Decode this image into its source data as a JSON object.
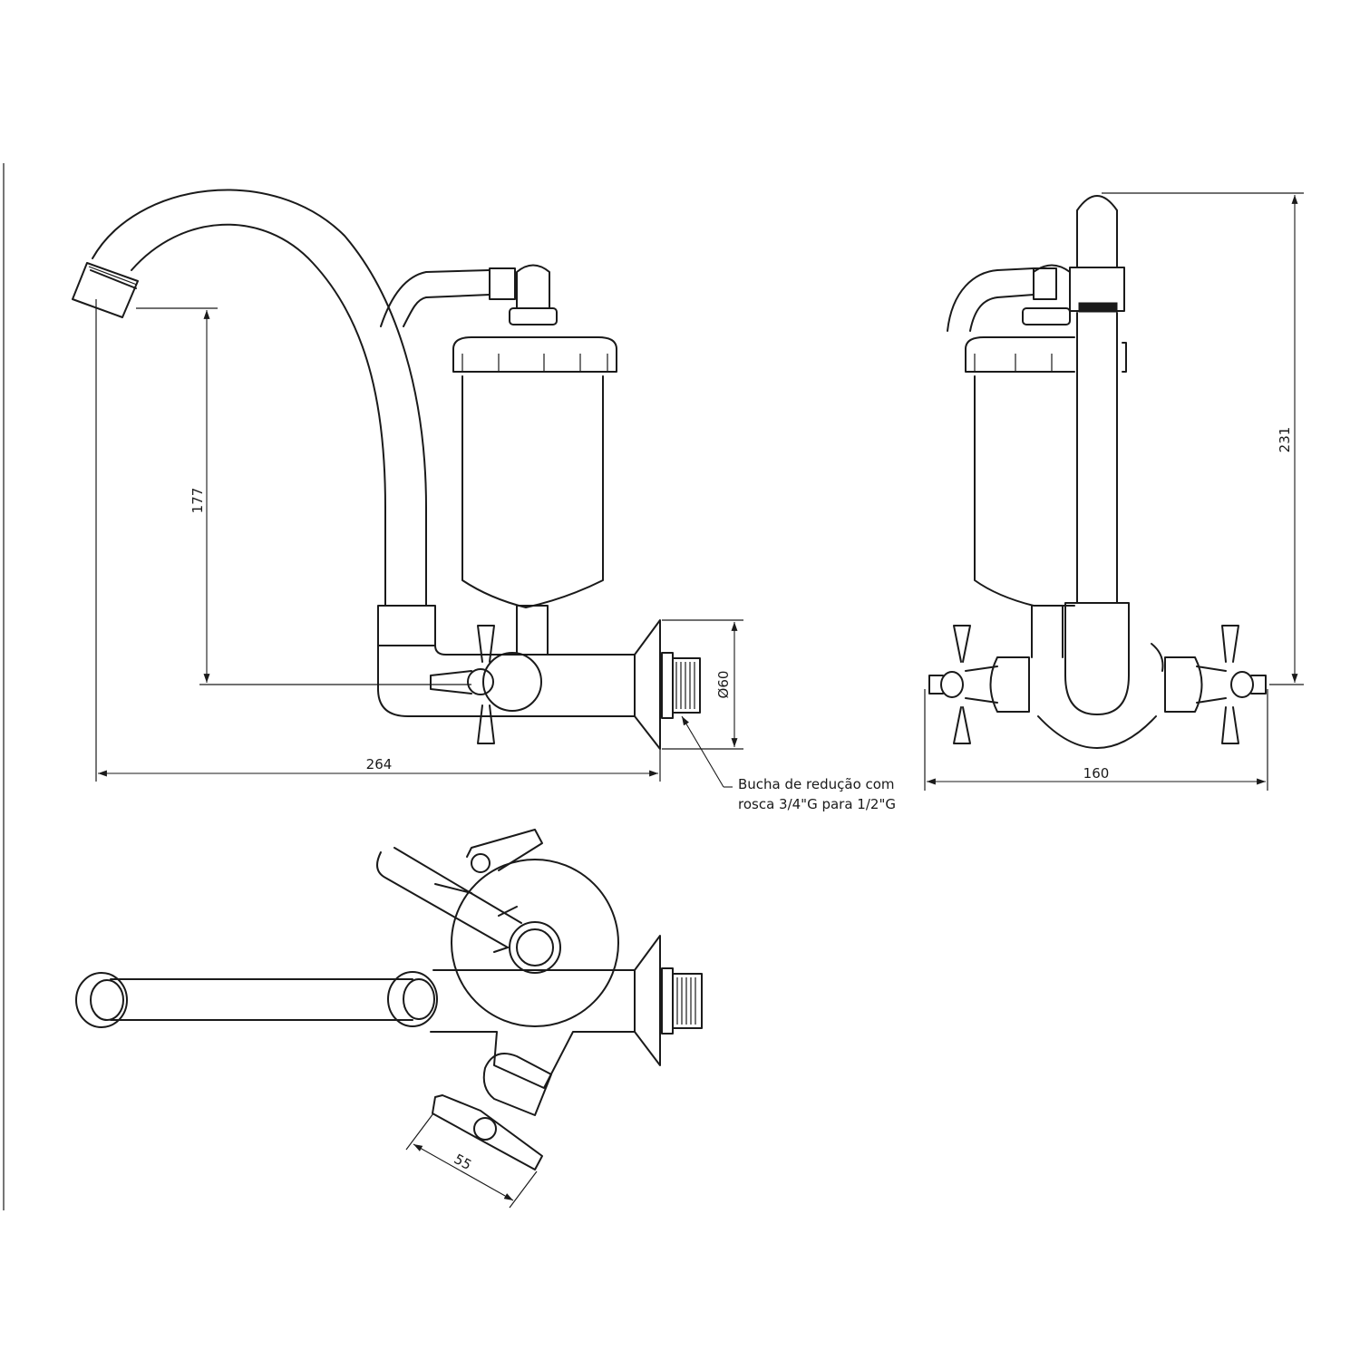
{
  "dimensions": {
    "overall_length": "264",
    "spout_height": "177",
    "flange_diameter": "Ø60",
    "overall_width": "160",
    "overall_height": "231",
    "handle_length": "55"
  },
  "note": {
    "line1": "Bucha de redução com",
    "line2": "rosca 3/4\"G para 1/2\"G"
  }
}
